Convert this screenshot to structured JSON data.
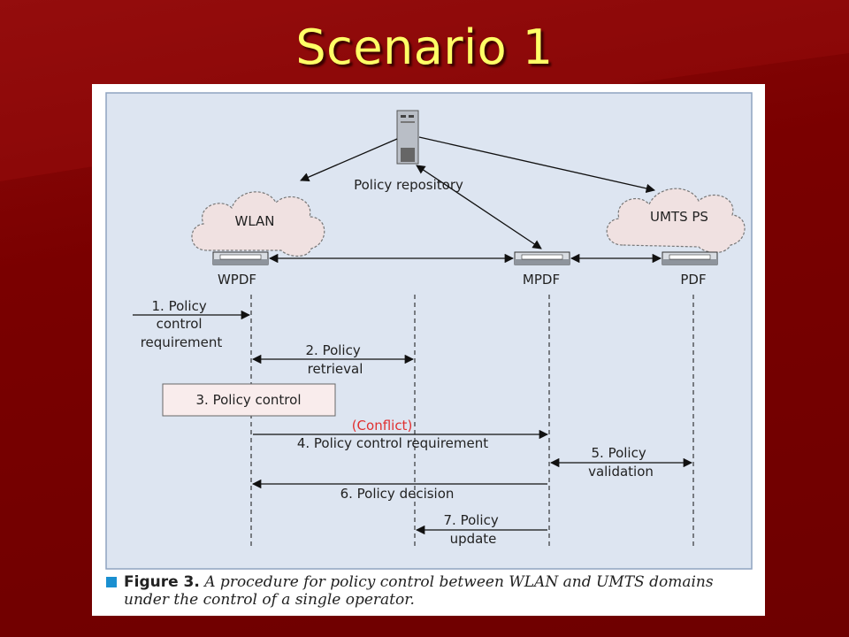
{
  "slide": {
    "title": "Scenario 1"
  },
  "diagram": {
    "nodes": {
      "repository": "Policy repository",
      "wlan": "WLAN",
      "umts": "UMTS PS",
      "wpdf": "WPDF",
      "mpdf": "MPDF",
      "pdf": "PDF"
    },
    "steps": {
      "s1": [
        "1. Policy",
        "control",
        "requirement"
      ],
      "s2": [
        "2. Policy",
        "retrieval"
      ],
      "s3": "3. Policy control",
      "conflict": "(Conflict)",
      "s4": "4. Policy control requirement",
      "s5": [
        "5. Policy",
        "validation"
      ],
      "s6": "6. Policy decision",
      "s7": [
        "7. Policy",
        "update"
      ]
    },
    "colors": {
      "background": "#dde5f1",
      "conflict": "#e03030",
      "caption_square": "#1a8fd0"
    }
  },
  "caption": {
    "figure": "Figure 3.",
    "text": "A procedure for policy control between WLAN and UMTS domains under the control of a single operator."
  }
}
